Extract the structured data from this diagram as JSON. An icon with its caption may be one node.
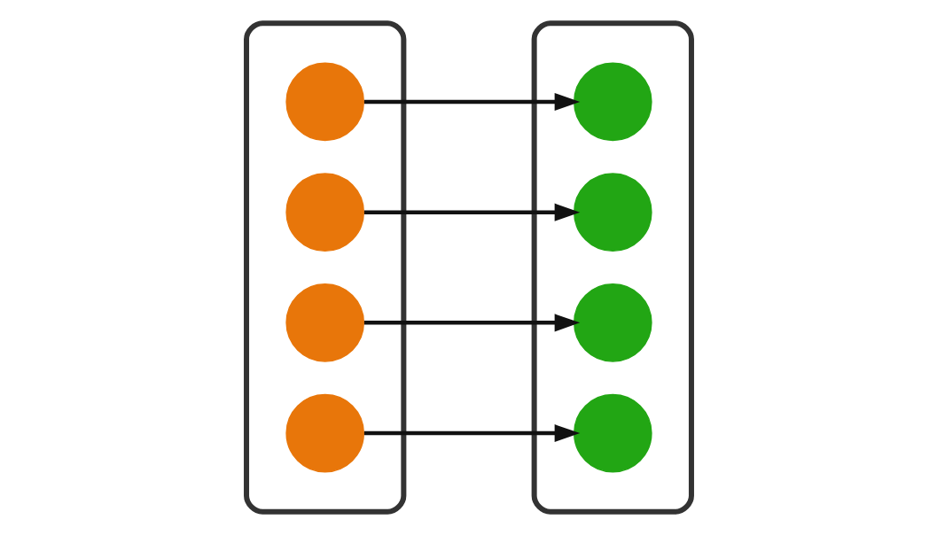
{
  "diagram": {
    "nodes": [
      {
        "text": [],
        "shape": "ellipse"
      },
      {
        "text": [],
        "shape": "circle",
        "in": 0
      },
      {
        "text": [],
        "shape": "circle",
        "in": 0
      },
      {
        "text": [],
        "shape": "circle",
        "in": 0
      },
      {
        "text": [],
        "shape": "circle",
        "in": 0
      },
      {
        "text": [],
        "shape": "ellipse"
      },
      {
        "text": [],
        "shape": "circle",
        "in": 5
      },
      {
        "text": [],
        "shape": "circle",
        "in": 5
      },
      {
        "text": [],
        "shape": "circle",
        "in": 5
      },
      {
        "text": [],
        "shape": "circle",
        "in": 5
      }
    ],
    "edges": [
      {
        "from": 1,
        "to": 6,
        "arrow": "to"
      },
      {
        "from": 2,
        "to": 7,
        "arrow": "to"
      },
      {
        "from": 3,
        "to": 8,
        "arrow": "to"
      },
      {
        "from": 4,
        "to": 9,
        "arrow": "to"
      }
    ]
  }
}
